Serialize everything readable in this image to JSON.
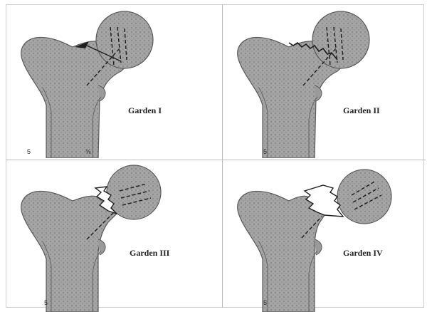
{
  "panels": [
    {
      "label": "Garden I",
      "marks": [
        "5",
        "⅝"
      ]
    },
    {
      "label": "Garden II",
      "marks": [
        "5"
      ]
    },
    {
      "label": "Garden III",
      "marks": [
        "5"
      ]
    },
    {
      "label": "Garden IV",
      "marks": [
        "5"
      ]
    }
  ],
  "colors": {
    "bone": "#9a9a9a",
    "bone_dark": "#6e6e6e",
    "cortex": "#5a5a5a",
    "background": "#ffffff"
  }
}
